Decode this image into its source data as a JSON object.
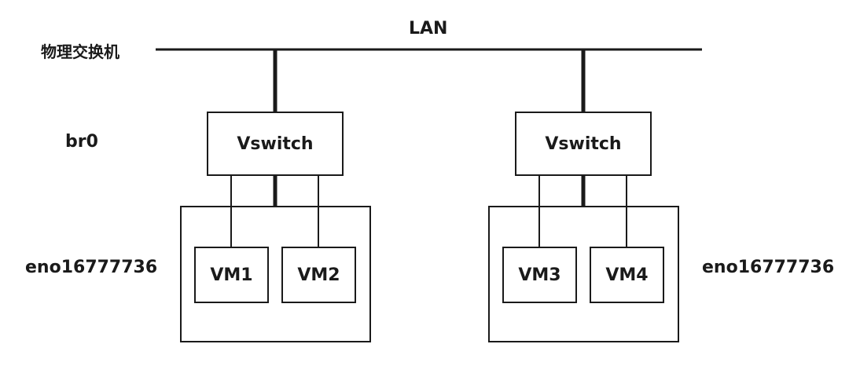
{
  "labels": {
    "lan": "LAN",
    "physical_switch": "物理交换机",
    "bridge": "br0",
    "nic_left": "eno16777736",
    "nic_right": "eno16777736"
  },
  "vswitches": [
    {
      "label": "Vswitch"
    },
    {
      "label": "Vswitch"
    }
  ],
  "vms": [
    {
      "label": "VM1"
    },
    {
      "label": "VM2"
    },
    {
      "label": "VM3"
    },
    {
      "label": "VM4"
    }
  ],
  "colors": {
    "stroke": "#1a1a1a",
    "background": "#ffffff"
  }
}
